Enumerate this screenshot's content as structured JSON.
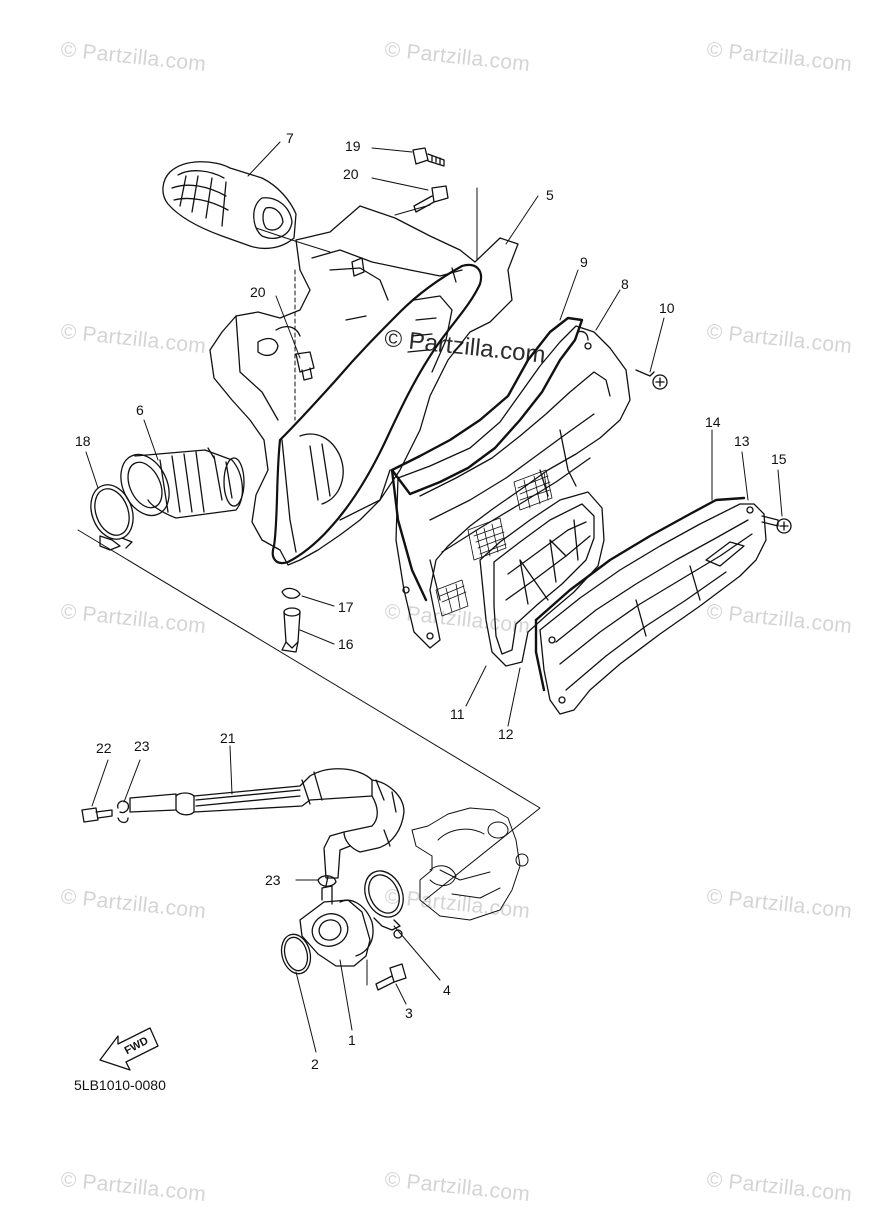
{
  "watermark": {
    "symbol": "©",
    "text": "Partzilla.com",
    "center_text": "Partzilla.com"
  },
  "callouts": {
    "c1": "1",
    "c2": "2",
    "c3": "3",
    "c4": "4",
    "c5": "5",
    "c6": "6",
    "c7": "7",
    "c8": "8",
    "c9": "9",
    "c10": "10",
    "c11": "11",
    "c12": "12",
    "c13": "13",
    "c14": "14",
    "c15": "15",
    "c16": "16",
    "c17": "17",
    "c18": "18",
    "c19": "19",
    "c20a": "20",
    "c20b": "20",
    "c21": "21",
    "c22": "22",
    "c23a": "23",
    "c23b": "23"
  },
  "fwd_label": "FWD",
  "diagram_code": "5LB1010-0080"
}
